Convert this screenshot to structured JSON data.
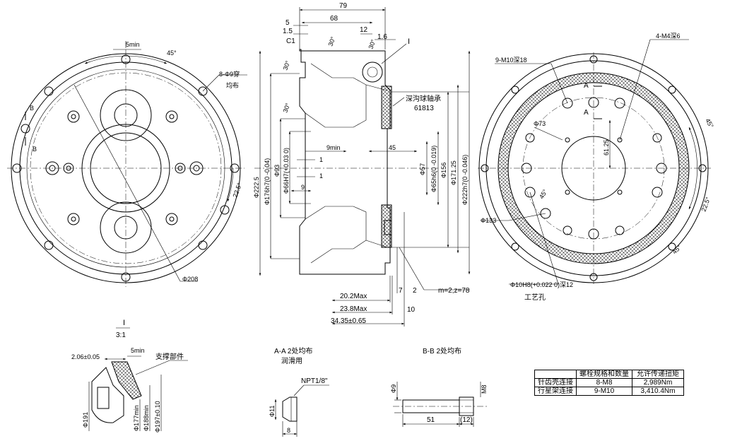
{
  "front_view": {
    "angle_45": "45°",
    "angle_22_5": "22.5°",
    "holes_8x9": "8-Φ9穿",
    "holes_8x9_sub": "均布",
    "dia_208": "Φ208",
    "label_5min": "5min",
    "section_b": "B"
  },
  "section_view": {
    "dims_top": [
      "79",
      "68",
      "12",
      "5",
      "1.5",
      "1.6"
    ],
    "chamfer_c1": "C1",
    "angles": [
      "30°",
      "30°",
      "30°",
      "30°"
    ],
    "detail_marker": "I",
    "bearing_label": "深沟球轴承",
    "bearing_model": "61813",
    "dims_vertical": [
      "Φ222.5",
      "Φ176h7(0 -0.04)",
      "Φ93",
      "Φ66H7(+0.03 0)",
      "Φ57",
      "Φ65h6(0 -0.019)",
      "Φ156",
      "Φ171.25",
      "Φ222h7(0 -0.046)"
    ],
    "dims_inner": [
      "9min",
      "1",
      "1",
      "9",
      "45"
    ],
    "dims_bottom": [
      "20.2Max",
      "23.8Max",
      "34.35±0.65",
      "7",
      "2",
      "10"
    ],
    "gear_spec": "m=2,z=78"
  },
  "back_view": {
    "holes_m10": "9-M10深18",
    "holes_m4": "4-M4深6",
    "section_a": "A",
    "dia_73": "Φ73",
    "dim_61_25": "61.25",
    "angle_45": "45°",
    "angle_22_5": "22.5°",
    "dia_133": "Φ133",
    "pin_hole": "Φ10H8(+0.022 0)深12",
    "process_hole": "工艺孔"
  },
  "detail_i": {
    "title": "I",
    "scale": "3:1",
    "dim_2_06": "2.06±0.05",
    "dim_5min": "5min",
    "support_label": "支撑部件",
    "dims_vertical": [
      "Φ191",
      "Φ177min",
      "Φ188min",
      "Φ197±0.10"
    ]
  },
  "section_a_a": {
    "title": "A-A 2处均布",
    "subtitle": "润滑用",
    "thread": "NPT1/8\"",
    "dim_11": "Φ11",
    "dim_8": "8"
  },
  "section_b_b": {
    "title": "B-B 2处均布",
    "dim_9": "Φ9",
    "dim_m8": "M8",
    "dim_51": "51",
    "dim_12": "(12)"
  },
  "spec_table": {
    "header": [
      "",
      "螺栓规格和数量",
      "允许传递扭矩"
    ],
    "rows": [
      [
        "针齿壳连接",
        "8-M8",
        "2,989Nm"
      ],
      [
        "行星架连接",
        "9-M10",
        "3,410.4Nm"
      ]
    ]
  }
}
